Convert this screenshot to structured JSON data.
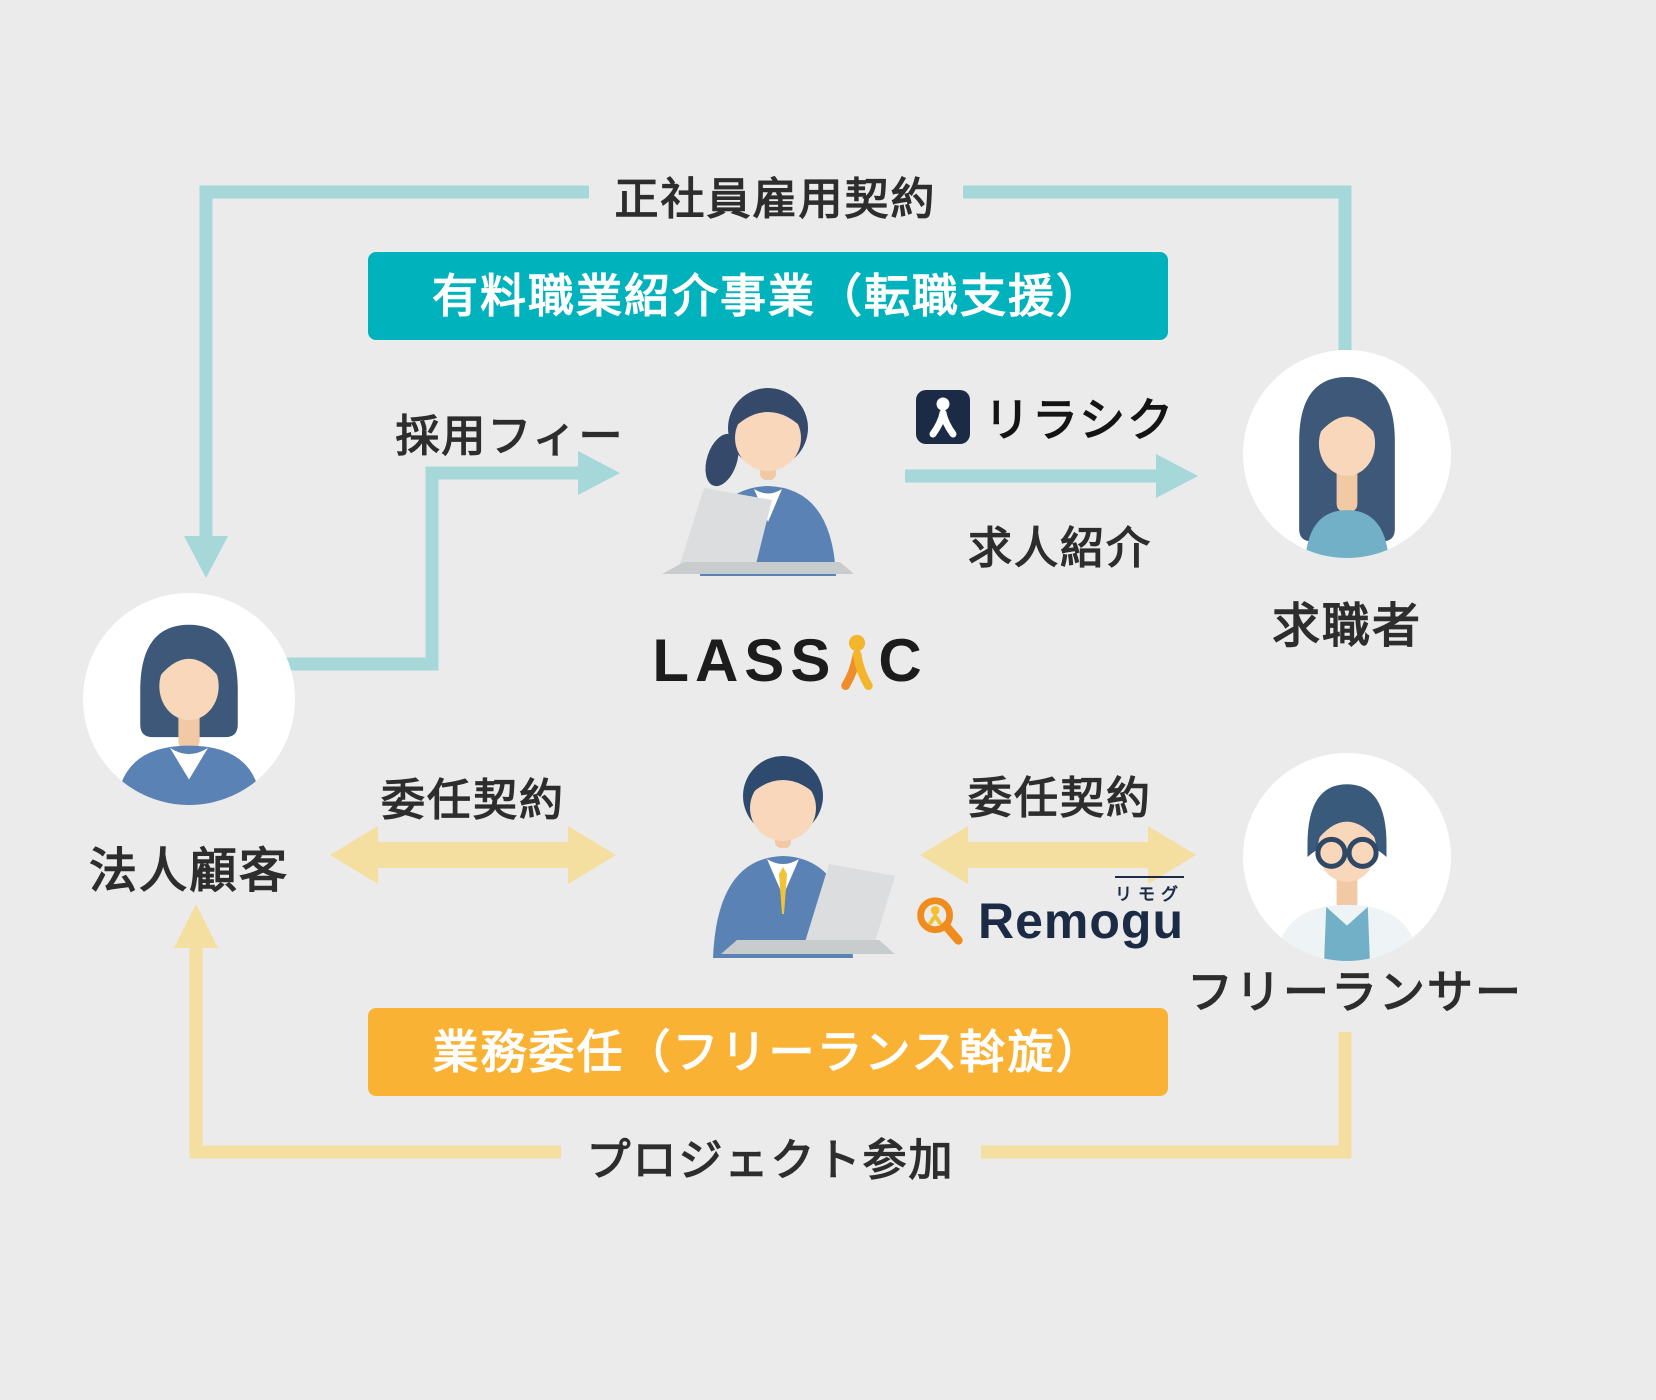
{
  "colors": {
    "background": "#ebebeb",
    "teal": "#00b2bb",
    "teal_light": "#a6d8da",
    "orange": "#f9b233",
    "yellow_light": "#f4dfa0",
    "text": "#2d2d2d",
    "navy": "#1c2b45",
    "white": "#ffffff"
  },
  "banners": {
    "top": "有料職業紹介事業（転職支援）",
    "bottom": "業務委任（フリーランス斡旋）"
  },
  "flows": {
    "employment_contract": "正社員雇用契約",
    "recruit_fee": "採用フィー",
    "job_intro": "求人紹介",
    "delegation_left": "委任契約",
    "delegation_right": "委任契約",
    "project_join": "プロジェクト参加"
  },
  "entities": {
    "corporate": "法人顧客",
    "job_seeker": "求職者",
    "freelancer": "フリーランサー"
  },
  "logos": {
    "lassic_l": "LASS",
    "lassic_c": "C",
    "rirashiku": "リラシク",
    "remogu": "Remogu",
    "remogu_kana": "リモグ"
  }
}
